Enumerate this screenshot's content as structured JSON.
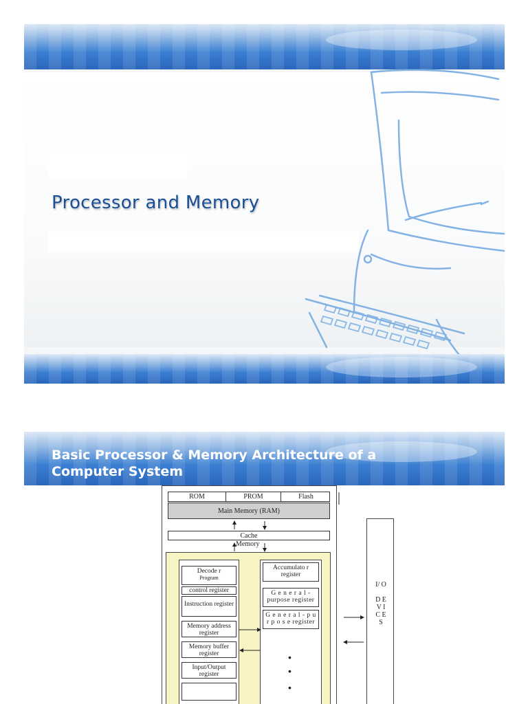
{
  "slide1": {
    "title": "Processor and Memory"
  },
  "slide2": {
    "title": "Basic Processor & Memory Architecture  of a Computer System",
    "diagram": {
      "top_row": [
        "ROM",
        "PROM",
        "Flash"
      ],
      "main_memory": "Main Memory (RAM)",
      "cache_line1": "Cache",
      "cache_line2": "Memory",
      "left_registers": [
        "Decode r",
        "Program",
        "control register",
        "Instruction register",
        "Memory address register",
        "Memory buffer register",
        "Input/Output register"
      ],
      "right_registers": [
        "Accumulato r register",
        "G e n e r a l - purpose register",
        "G e n e r a l - p u r p o s e register"
      ],
      "io_label": "I/ O\n\nD E\nV I\nC E\nS"
    }
  },
  "colors": {
    "title_blue": "#1a4f96",
    "band_blue": "#3b7fd2",
    "cpu_fill": "#f9f4c4",
    "ram_fill": "#cfcfcf"
  }
}
